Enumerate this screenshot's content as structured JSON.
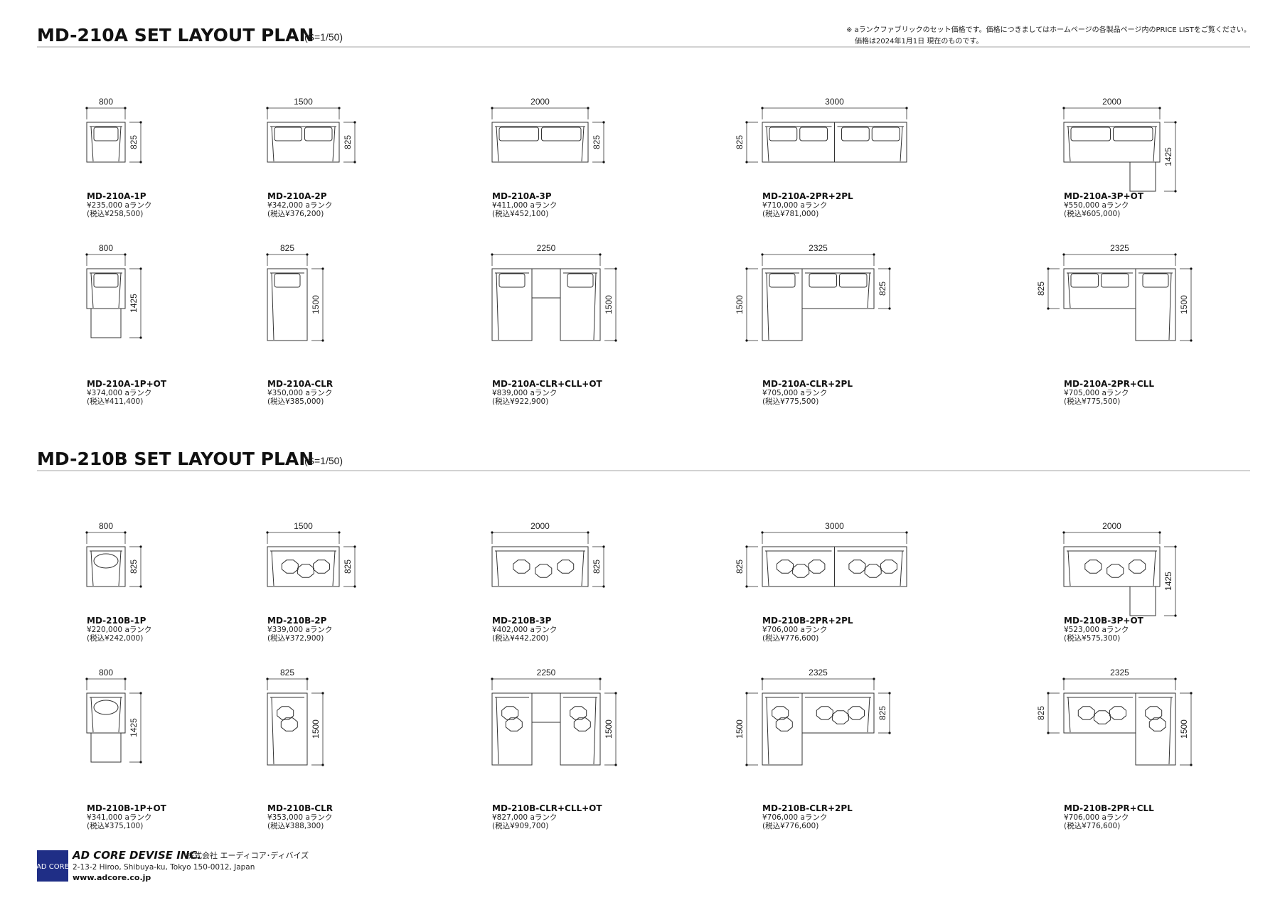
{
  "notice": {
    "line1": "※ aランクファブリックのセット価格です。価格につきましてはホームページの各製品ページ内のPRICE LISTをご覧ください。",
    "line2": "価格は2024年1月1日 現在のものです。"
  },
  "sections": [
    {
      "title": "MD-210A SET LAYOUT PLAN",
      "scale": "(S=1/50)",
      "cushion_style": "A",
      "items": [
        {
          "model": "MD-210A-1P",
          "price": "¥235,000 aランク",
          "tax": "(税込¥258,500)",
          "shape": "1P",
          "width": "800",
          "depth": "825"
        },
        {
          "model": "MD-210A-2P",
          "price": "¥342,000 aランク",
          "tax": "(税込¥376,200)",
          "shape": "2P",
          "width": "1500",
          "depth": "825"
        },
        {
          "model": "MD-210A-3P",
          "price": "¥411,000 aランク",
          "tax": "(税込¥452,100)",
          "shape": "3P",
          "width": "2000",
          "depth": "825"
        },
        {
          "model": "MD-210A-2PR+2PL",
          "price": "¥710,000 aランク",
          "tax": "(税込¥781,000)",
          "shape": "2PR2PL",
          "width": "3000",
          "depth": "825"
        },
        {
          "model": "MD-210A-3P+OT",
          "price": "¥550,000 aランク",
          "tax": "(税込¥605,000)",
          "shape": "3POT",
          "width": "2000",
          "depth": "1425"
        },
        {
          "model": "MD-210A-1P+OT",
          "price": "¥374,000 aランク",
          "tax": "(税込¥411,400)",
          "shape": "1POT",
          "width": "800",
          "depth": "1425"
        },
        {
          "model": "MD-210A-CLR",
          "price": "¥350,000 aランク",
          "tax": "(税込¥385,000)",
          "shape": "CLR",
          "width": "825",
          "depth": "1500"
        },
        {
          "model": "MD-210A-CLR+CLL+OT",
          "price": "¥839,000 aランク",
          "tax": "(税込¥922,900)",
          "shape": "CLRCLLOT",
          "width": "2250",
          "depth": "1500"
        },
        {
          "model": "MD-210A-CLR+2PL",
          "price": "¥705,000 aランク",
          "tax": "(税込¥775,500)",
          "shape": "CLR2PL",
          "width": "2325",
          "depth": "1500",
          "depth2": "825"
        },
        {
          "model": "MD-210A-2PR+CLL",
          "price": "¥705,000 aランク",
          "tax": "(税込¥775,500)",
          "shape": "2PRCLL",
          "width": "2325",
          "depth": "1500",
          "depth2": "825"
        }
      ]
    },
    {
      "title": "MD-210B SET LAYOUT PLAN",
      "scale": "(S=1/50)",
      "cushion_style": "B",
      "items": [
        {
          "model": "MD-210B-1P",
          "price": "¥220,000 aランク",
          "tax": "(税込¥242,000)",
          "shape": "1P",
          "width": "800",
          "depth": "825"
        },
        {
          "model": "MD-210B-2P",
          "price": "¥339,000 aランク",
          "tax": "(税込¥372,900)",
          "shape": "2P",
          "width": "1500",
          "depth": "825"
        },
        {
          "model": "MD-210B-3P",
          "price": "¥402,000 aランク",
          "tax": "(税込¥442,200)",
          "shape": "3P",
          "width": "2000",
          "depth": "825"
        },
        {
          "model": "MD-210B-2PR+2PL",
          "price": "¥706,000 aランク",
          "tax": "(税込¥776,600)",
          "shape": "2PR2PL",
          "width": "3000",
          "depth": "825"
        },
        {
          "model": "MD-210B-3P+OT",
          "price": "¥523,000 aランク",
          "tax": "(税込¥575,300)",
          "shape": "3POT",
          "width": "2000",
          "depth": "1425"
        },
        {
          "model": "MD-210B-1P+OT",
          "price": "¥341,000 aランク",
          "tax": "(税込¥375,100)",
          "shape": "1POT",
          "width": "800",
          "depth": "1425"
        },
        {
          "model": "MD-210B-CLR",
          "price": "¥353,000 aランク",
          "tax": "(税込¥388,300)",
          "shape": "CLR",
          "width": "825",
          "depth": "1500"
        },
        {
          "model": "MD-210B-CLR+CLL+OT",
          "price": "¥827,000 aランク",
          "tax": "(税込¥909,700)",
          "shape": "CLRCLLOT",
          "width": "2250",
          "depth": "1500"
        },
        {
          "model": "MD-210B-CLR+2PL",
          "price": "¥706,000 aランク",
          "tax": "(税込¥776,600)",
          "shape": "CLR2PL",
          "width": "2325",
          "depth": "1500",
          "depth2": "825"
        },
        {
          "model": "MD-210B-2PR+CLL",
          "price": "¥706,000 aランク",
          "tax": "(税込¥776,600)",
          "shape": "2PRCLL",
          "width": "2325",
          "depth": "1500",
          "depth2": "825"
        }
      ]
    }
  ],
  "footer": {
    "logo_text": "AD CORE",
    "company": "AD CORE DEVISE INC.",
    "company_jp": "株式会社 エーディコア･ディバイズ",
    "address": "2-13-2 Hiroo, Shibuya-ku, Tokyo 150-0012, Japan",
    "website": "www.adcore.co.jp"
  }
}
